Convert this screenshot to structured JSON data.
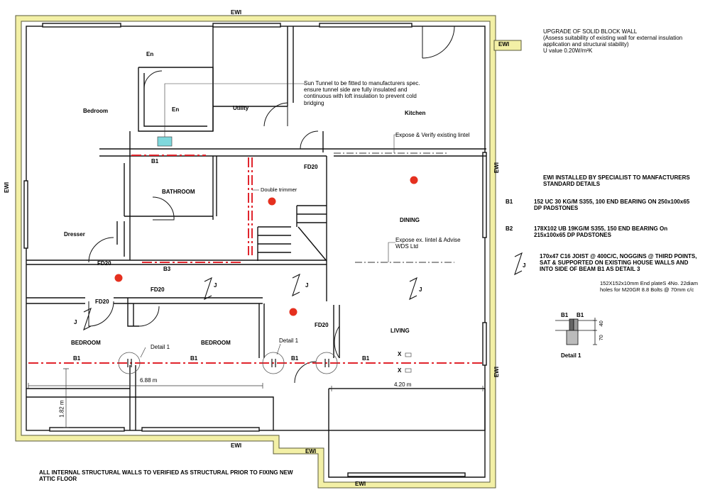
{
  "colors": {
    "ewi_fill": "#f3f0a6",
    "ewi_stroke": "#5a5a3a",
    "wall": "#111111",
    "beam_line": "#e0242c",
    "sun_tunnel": "#7fd8dc",
    "marker": "#e5301f"
  },
  "ewi_labels": {
    "top": "EWI",
    "left": "EWI",
    "right_upper": "EWI",
    "right_lower": "EWI",
    "bottom_left": "EWI",
    "bottom_mid": "EWI",
    "bottom_right": "EWI"
  },
  "rooms": {
    "en_1": "En",
    "en_2": "En",
    "bedroom_top": "Bedroom",
    "utility": "Utility",
    "kitchen": "Kitchen",
    "bathroom": "BATHROOM",
    "dresser": "Dresser",
    "dining": "DINING",
    "living": "LIVING",
    "bedroom_left": "BEDROOM",
    "bedroom_mid": "BEDROOM"
  },
  "tags": {
    "b1_upper": "B1",
    "b3": "B3",
    "fd20_upper": "FD20",
    "fd20_left1": "FD20",
    "fd20_left2": "FD20",
    "fd20_mid": "FD20",
    "fd20_living": "FD20",
    "b1_low_1": "B1",
    "b1_low_2": "B1",
    "b1_low_3": "B1",
    "b1_low_4": "B1",
    "j_1": "J",
    "j_2": "J",
    "j_3": "J",
    "j_4": "J",
    "x_1": "X",
    "x_2": "X"
  },
  "annotations": {
    "sun_tunnel": "Sun Tunnel to be fitted to manufacturers spec. ensure tunnel side are fully insulated and continuous with loft insulation to prevent cold bridging",
    "expose_verify": "Expose & Verify existing lintel",
    "double_trimmer": "Double trimmer",
    "expose_lintel": "Expose ex. lintel & Advise WDS Ltd",
    "detail_1a": "Detail 1",
    "detail_1b": "Detail 1"
  },
  "dimensions": {
    "width_left": "6.88 m",
    "height_left": "1.82 m",
    "width_right": "4.20 m"
  },
  "legend": {
    "ewi_key": "EWI",
    "ewi_title": "UPGRADE OF SOLID BLOCK WALL",
    "ewi_desc": "(Assess suitability of existing wall for external insulation application and structural stability)",
    "ewi_u": "U value 0.20W/m²K",
    "spec_title": "EWI INSTALLED BY SPECIALIST TO MANFACTURERS STANDARD DETAILS",
    "b1_key": "B1",
    "b1_text": "152 UC 30 KG/M S355, 100 END BEARING ON 250x100x65 DP PADSTONES",
    "b2_key": "B2",
    "b2_text": "178X102 UB 19KG/M S355, 150 END BEARING On 215x100x65 DP PADSTONES",
    "j_key": "J",
    "j_text": "170x47 C16 JOIST @ 400C/C, NOGGINS @ THIRD POINTS, SAT & SUPPORTED ON EXISTING HOUSE WALLS AND INTO SIDE OF BEAM B1 AS DETAIL 3"
  },
  "detail": {
    "note": "152X152x10mm End plateS 4No. 22diam holes for M20GR 8.8 Bolts @ 70mm c/c",
    "b1_left": "B1",
    "b1_right": "B1",
    "dim_40": "40",
    "dim_70": "70",
    "caption": "Detail 1"
  },
  "footer_note": "ALL INTERNAL STRUCTURAL WALLS TO VERIFIED AS STRUCTURAL PRIOR TO FIXING NEW ATTIC FLOOR"
}
